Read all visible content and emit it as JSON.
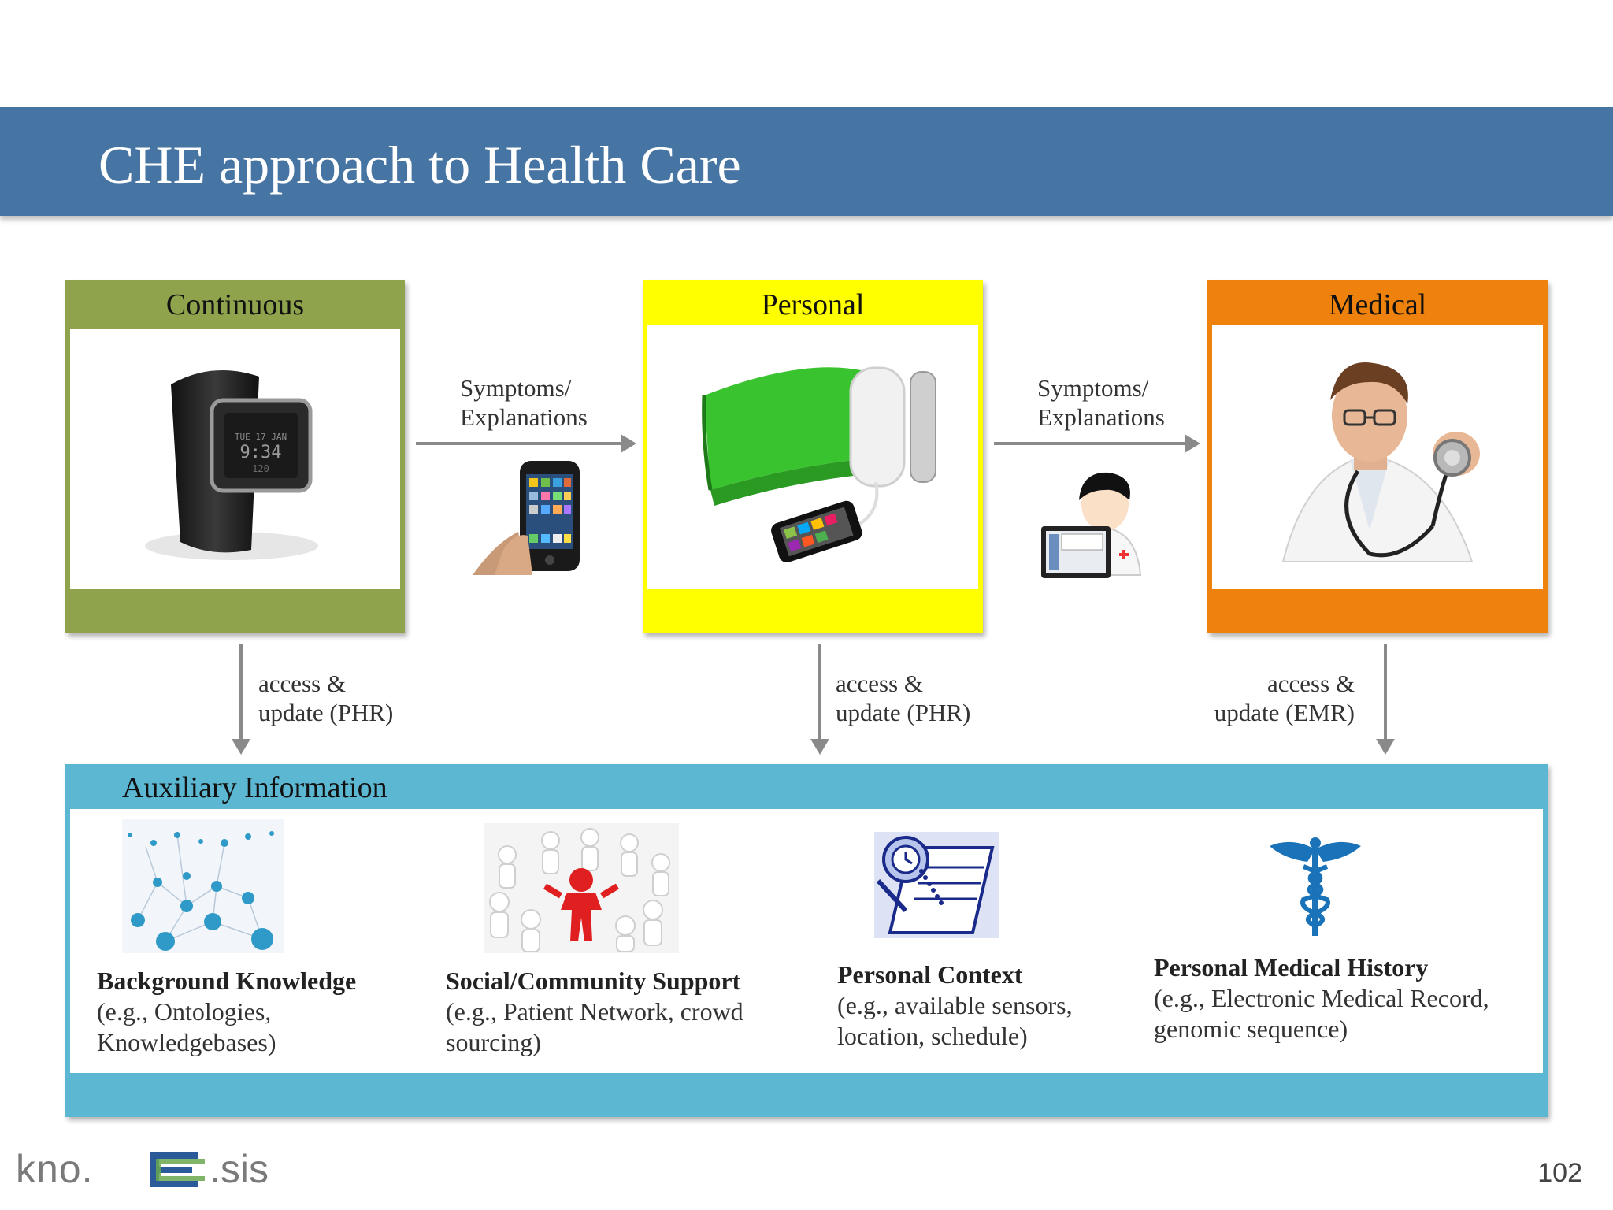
{
  "title": "CHE approach to Health Care",
  "stages": {
    "continuous": {
      "label": "Continuous",
      "color": "#8ea34c"
    },
    "personal": {
      "label": "Personal",
      "color": "#ffff00"
    },
    "medical": {
      "label": "Medical",
      "color": "#ef820d"
    }
  },
  "flows": {
    "continuous_to_personal": {
      "line1": "Symptoms/",
      "line2": "Explanations"
    },
    "personal_to_medical": {
      "line1": "Symptoms/",
      "line2": "Explanations"
    }
  },
  "access": {
    "continuous": {
      "line1": "access &",
      "line2": "update (PHR)"
    },
    "personal": {
      "line1": "access &",
      "line2": "update (PHR)"
    },
    "medical": {
      "line1": "access &",
      "line2": "update (EMR)"
    }
  },
  "auxiliary": {
    "title": "Auxiliary Information",
    "color": "#5cb8d2",
    "items": [
      {
        "heading": "Background Knowledge",
        "line1": "(e.g., Ontologies,",
        "line2": "Knowledgebases)"
      },
      {
        "heading": "Social/Community Support",
        "line1": "(e.g., Patient Network, crowd",
        "line2": "sourcing)"
      },
      {
        "heading": "Personal Context",
        "line1": "(e.g., available sensors,",
        "line2": "location, schedule)"
      },
      {
        "heading": "Personal Medical History",
        "line1": "(e.g., Electronic Medical Record,",
        "line2": "genomic sequence)"
      }
    ]
  },
  "footer": {
    "logo_text": "kno.e.sis",
    "page_number": "102"
  },
  "icons": [
    "smartwatch-icon",
    "smartphone-icon",
    "blood-pressure-monitor-icon",
    "doctor-computer-icon",
    "doctor-icon",
    "network-graph-icon",
    "community-circle-icon",
    "schedule-notebook-icon",
    "caduceus-icon"
  ]
}
